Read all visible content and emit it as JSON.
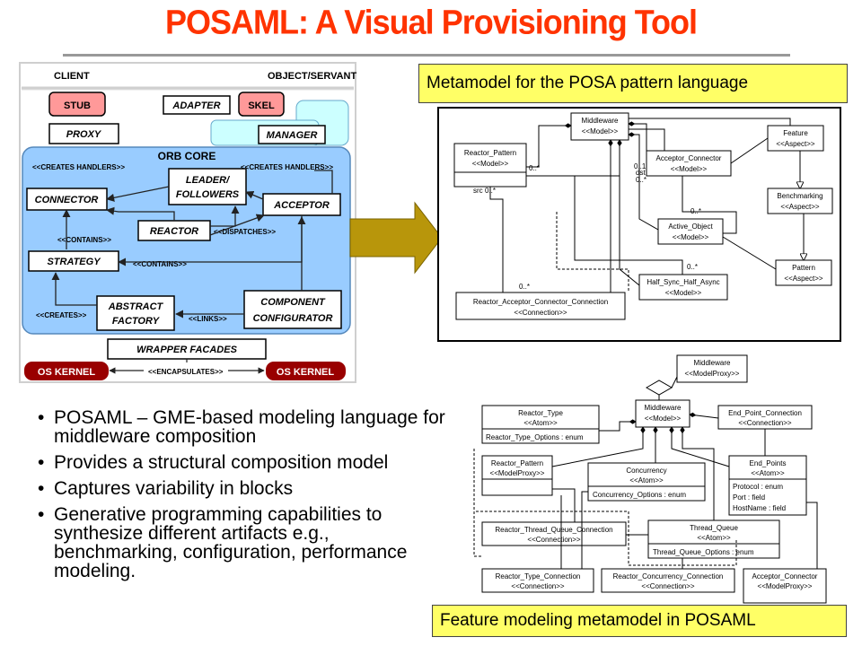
{
  "title": "POSAML: A Visual Provisioning Tool",
  "callouts": {
    "posa_metamodel": "Metamodel for the POSA pattern language",
    "feature_metamodel": "Feature modeling metamodel in POSAML"
  },
  "bullets": [
    "POSAML – GME-based modeling language for middleware composition",
    "Provides a structural composition model",
    "Captures variability in blocks",
    "Generative programming capabilities to synthesize different artifacts e.g., benchmarking, configuration, performance modeling."
  ],
  "orb": {
    "client": "CLIENT",
    "servant": "OBJECT/SERVANT",
    "stub": "STUB",
    "proxy": "PROXY",
    "adapter": "ADAPTER",
    "skel": "SKEL",
    "manager": "MANAGER",
    "orb_core": "ORB CORE",
    "creates_handlers_left": "<<CREATES HANDLERS>>",
    "creates_handlers_right": "<<CREATES HANDLERS>>",
    "connector": "CONNECTOR",
    "leader_followers_1": "LEADER/",
    "leader_followers_2": "FOLLOWERS",
    "acceptor": "ACCEPTOR",
    "contains_1": "<<CONTAINS>>",
    "reactor": "REACTOR",
    "dispatches": "<<DISPATCHES>>",
    "strategy": "STRATEGY",
    "contains_2": "<<CONTAINS>>",
    "abstract_factory_1": "ABSTRACT",
    "abstract_factory_2": "FACTORY",
    "component_configurator_1": "COMPONENT",
    "component_configurator_2": "CONFIGURATOR",
    "creates": "<<CREATES>>",
    "links": "<<LINKS>>",
    "wrapper_facades": "WRAPPER FACADES",
    "os_kernel_left": "OS KERNEL",
    "os_kernel_right": "OS KERNEL",
    "encapsulates": "<<ENCAPSULATES>>"
  },
  "uml_posa": {
    "middleware": {
      "name": "Middleware",
      "stereo": "<<Model>>"
    },
    "reactor_pattern": {
      "name": "Reactor_Pattern",
      "stereo": "<<Model>>"
    },
    "acceptor_connector": {
      "name": "Acceptor_Connector",
      "stereo": "<<Model>>"
    },
    "active_object": {
      "name": "Active_Object",
      "stereo": "<<Model>>"
    },
    "half_sync": {
      "name": "Half_Sync_Half_Async",
      "stereo": "<<Model>>"
    },
    "feature": {
      "name": "Feature",
      "stereo": "<<Aspect>>"
    },
    "benchmarking": {
      "name": "Benchmarking",
      "stereo": "<<Aspect>>"
    },
    "pattern": {
      "name": "Pattern",
      "stereo": "<<Aspect>>"
    },
    "connection": {
      "name": "Reactor_Acceptor_Connector_Connection",
      "stereo": "<<Connection>>"
    },
    "mult_0n": "0..*",
    "mult_01": "0..1",
    "src": "src",
    "dst": "dst"
  },
  "uml_feature": {
    "middleware_proxy": {
      "name": "Middleware",
      "stereo": "<<ModelProxy>>"
    },
    "middleware": {
      "name": "Middleware",
      "stereo": "<<Model>>"
    },
    "reactor_type": {
      "name": "Reactor_Type",
      "stereo": "<<Atom>>",
      "attr": "Reactor_Type_Options : enum"
    },
    "end_point_connection": {
      "name": "End_Point_Connection",
      "stereo": "<<Connection>>"
    },
    "reactor_pattern": {
      "name": "Reactor_Pattern",
      "stereo": "<<ModelProxy>>"
    },
    "concurrency": {
      "name": "Concurrency",
      "stereo": "<<Atom>>",
      "attr": "Concurrency_Options : enum"
    },
    "end_points": {
      "name": "End_Points",
      "stereo": "<<Atom>>",
      "attr1": "Protocol : enum",
      "attr2": "Port : field",
      "attr3": "HostName : field"
    },
    "rtq_connection": {
      "name": "Reactor_Thread_Queue_Connection",
      "stereo": "<<Connection>>"
    },
    "thread_queue": {
      "name": "Thread_Queue",
      "stereo": "<<Atom>>",
      "attr": "Thread_Queue_Options : enum"
    },
    "rt_connection": {
      "name": "Reactor_Type_Connection",
      "stereo": "<<Connection>>"
    },
    "rc_connection": {
      "name": "Reactor_Concurrency_Connection",
      "stereo": "<<Connection>>"
    },
    "acceptor_connector": {
      "name": "Acceptor_Connector",
      "stereo": "<<ModelProxy>>"
    }
  },
  "colors": {
    "title": "#ff3300",
    "orb_core_bg": "#99ccff",
    "stub_pink": "#ff9999",
    "manager_cyan": "#ccffff",
    "os_kernel": "#990000",
    "arrow_gold": "#b8960b",
    "callout_yellow": "#ffff66"
  }
}
